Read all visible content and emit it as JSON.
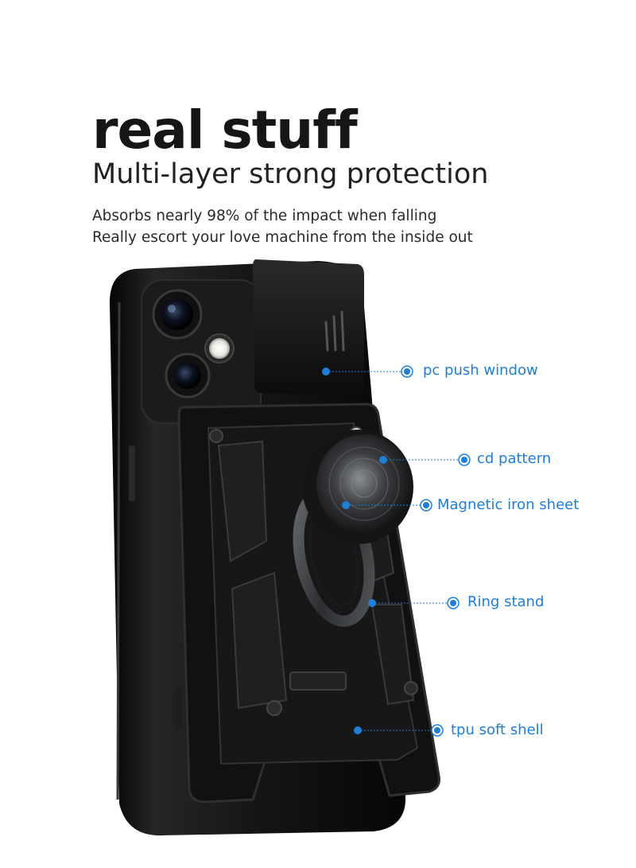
{
  "headline": "real stuff",
  "subheadline": "Multi-layer strong protection",
  "description": [
    "Absorbs nearly 98% of the impact when falling",
    "Really escort your love machine from the inside out"
  ],
  "callouts": [
    {
      "label": "pc push window"
    },
    {
      "label": "cd pattern"
    },
    {
      "label": "Magnetic iron sheet"
    },
    {
      "label": "Ring stand"
    },
    {
      "label": "tpu soft shell"
    }
  ],
  "colors": {
    "accent": "#1e7fd6",
    "case": "#111111",
    "text": "#1a1a1a",
    "background": "#ffffff"
  }
}
